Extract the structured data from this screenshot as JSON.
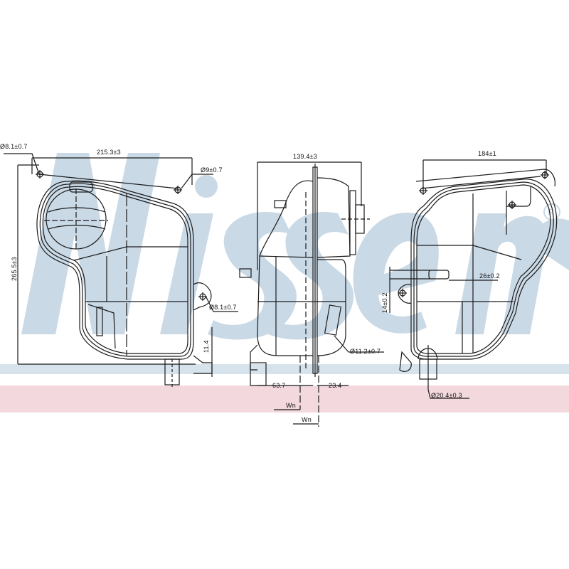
{
  "watermark": {
    "brand": "Nissens",
    "registered_mark": "®",
    "color": "#c9d9e6",
    "band_blue": "#d7e3ec",
    "band_pink": "#f3d9de"
  },
  "views": {
    "front": {
      "dims": {
        "width": "215.3±3",
        "height": "265.5±3",
        "hole_top_left": "Ø8.1±0.7",
        "hole_top_right": "Ø9±0.7",
        "hole_right": "Ø8.1±0.7",
        "offset_bottom": "11.4"
      }
    },
    "side": {
      "dims": {
        "width": "139.4±3",
        "pipe_diameter": "Ø11.2±0.7",
        "offset_left": "63.7",
        "offset_right": "23.4",
        "ref_label_1": "Wn",
        "ref_label_2": "Wn"
      }
    },
    "rear": {
      "dims": {
        "width": "184±1",
        "slot_width": "26±0.2",
        "slot_height": "14±0.2",
        "outlet_diameter": "Ø20.4±0.3"
      }
    }
  }
}
